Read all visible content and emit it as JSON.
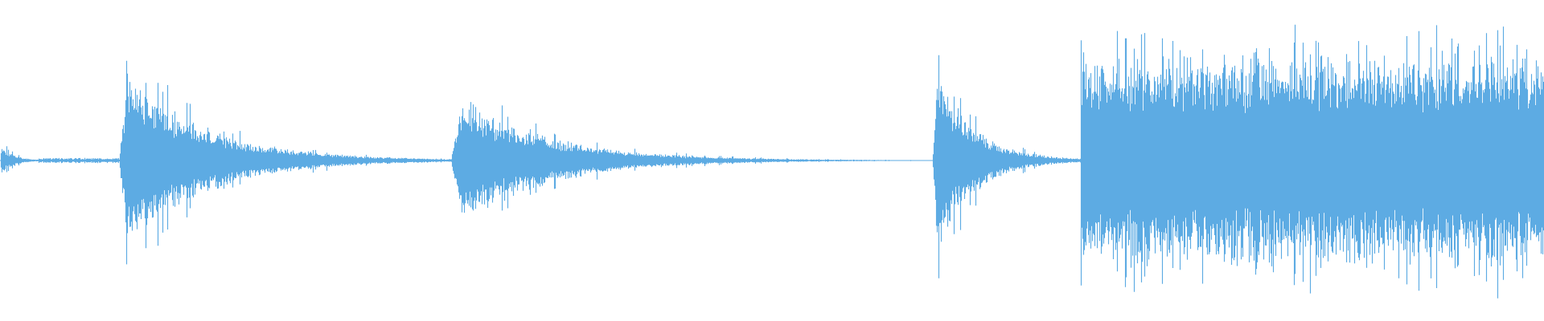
{
  "waveform": {
    "color": "#5DABE3",
    "background": "#FFFFFF",
    "segments": [
      {
        "start": 0.0,
        "end": 0.025,
        "peak": 0.1,
        "decay": 3.0,
        "density": "low"
      },
      {
        "start": 0.025,
        "end": 0.077,
        "peak": 0.01,
        "decay": 0.0,
        "density": "silence"
      },
      {
        "start": 0.077,
        "end": 0.292,
        "peak": 0.6,
        "decay": 4.2,
        "density": "medium"
      },
      {
        "start": 0.292,
        "end": 0.604,
        "peak": 0.44,
        "decay": 5.5,
        "density": "medium"
      },
      {
        "start": 0.604,
        "end": 0.7,
        "peak": 0.62,
        "decay": 4.0,
        "density": "medium"
      },
      {
        "start": 0.7,
        "end": 1.0,
        "peak": 0.8,
        "decay": 0.0,
        "density": "high"
      }
    ]
  }
}
